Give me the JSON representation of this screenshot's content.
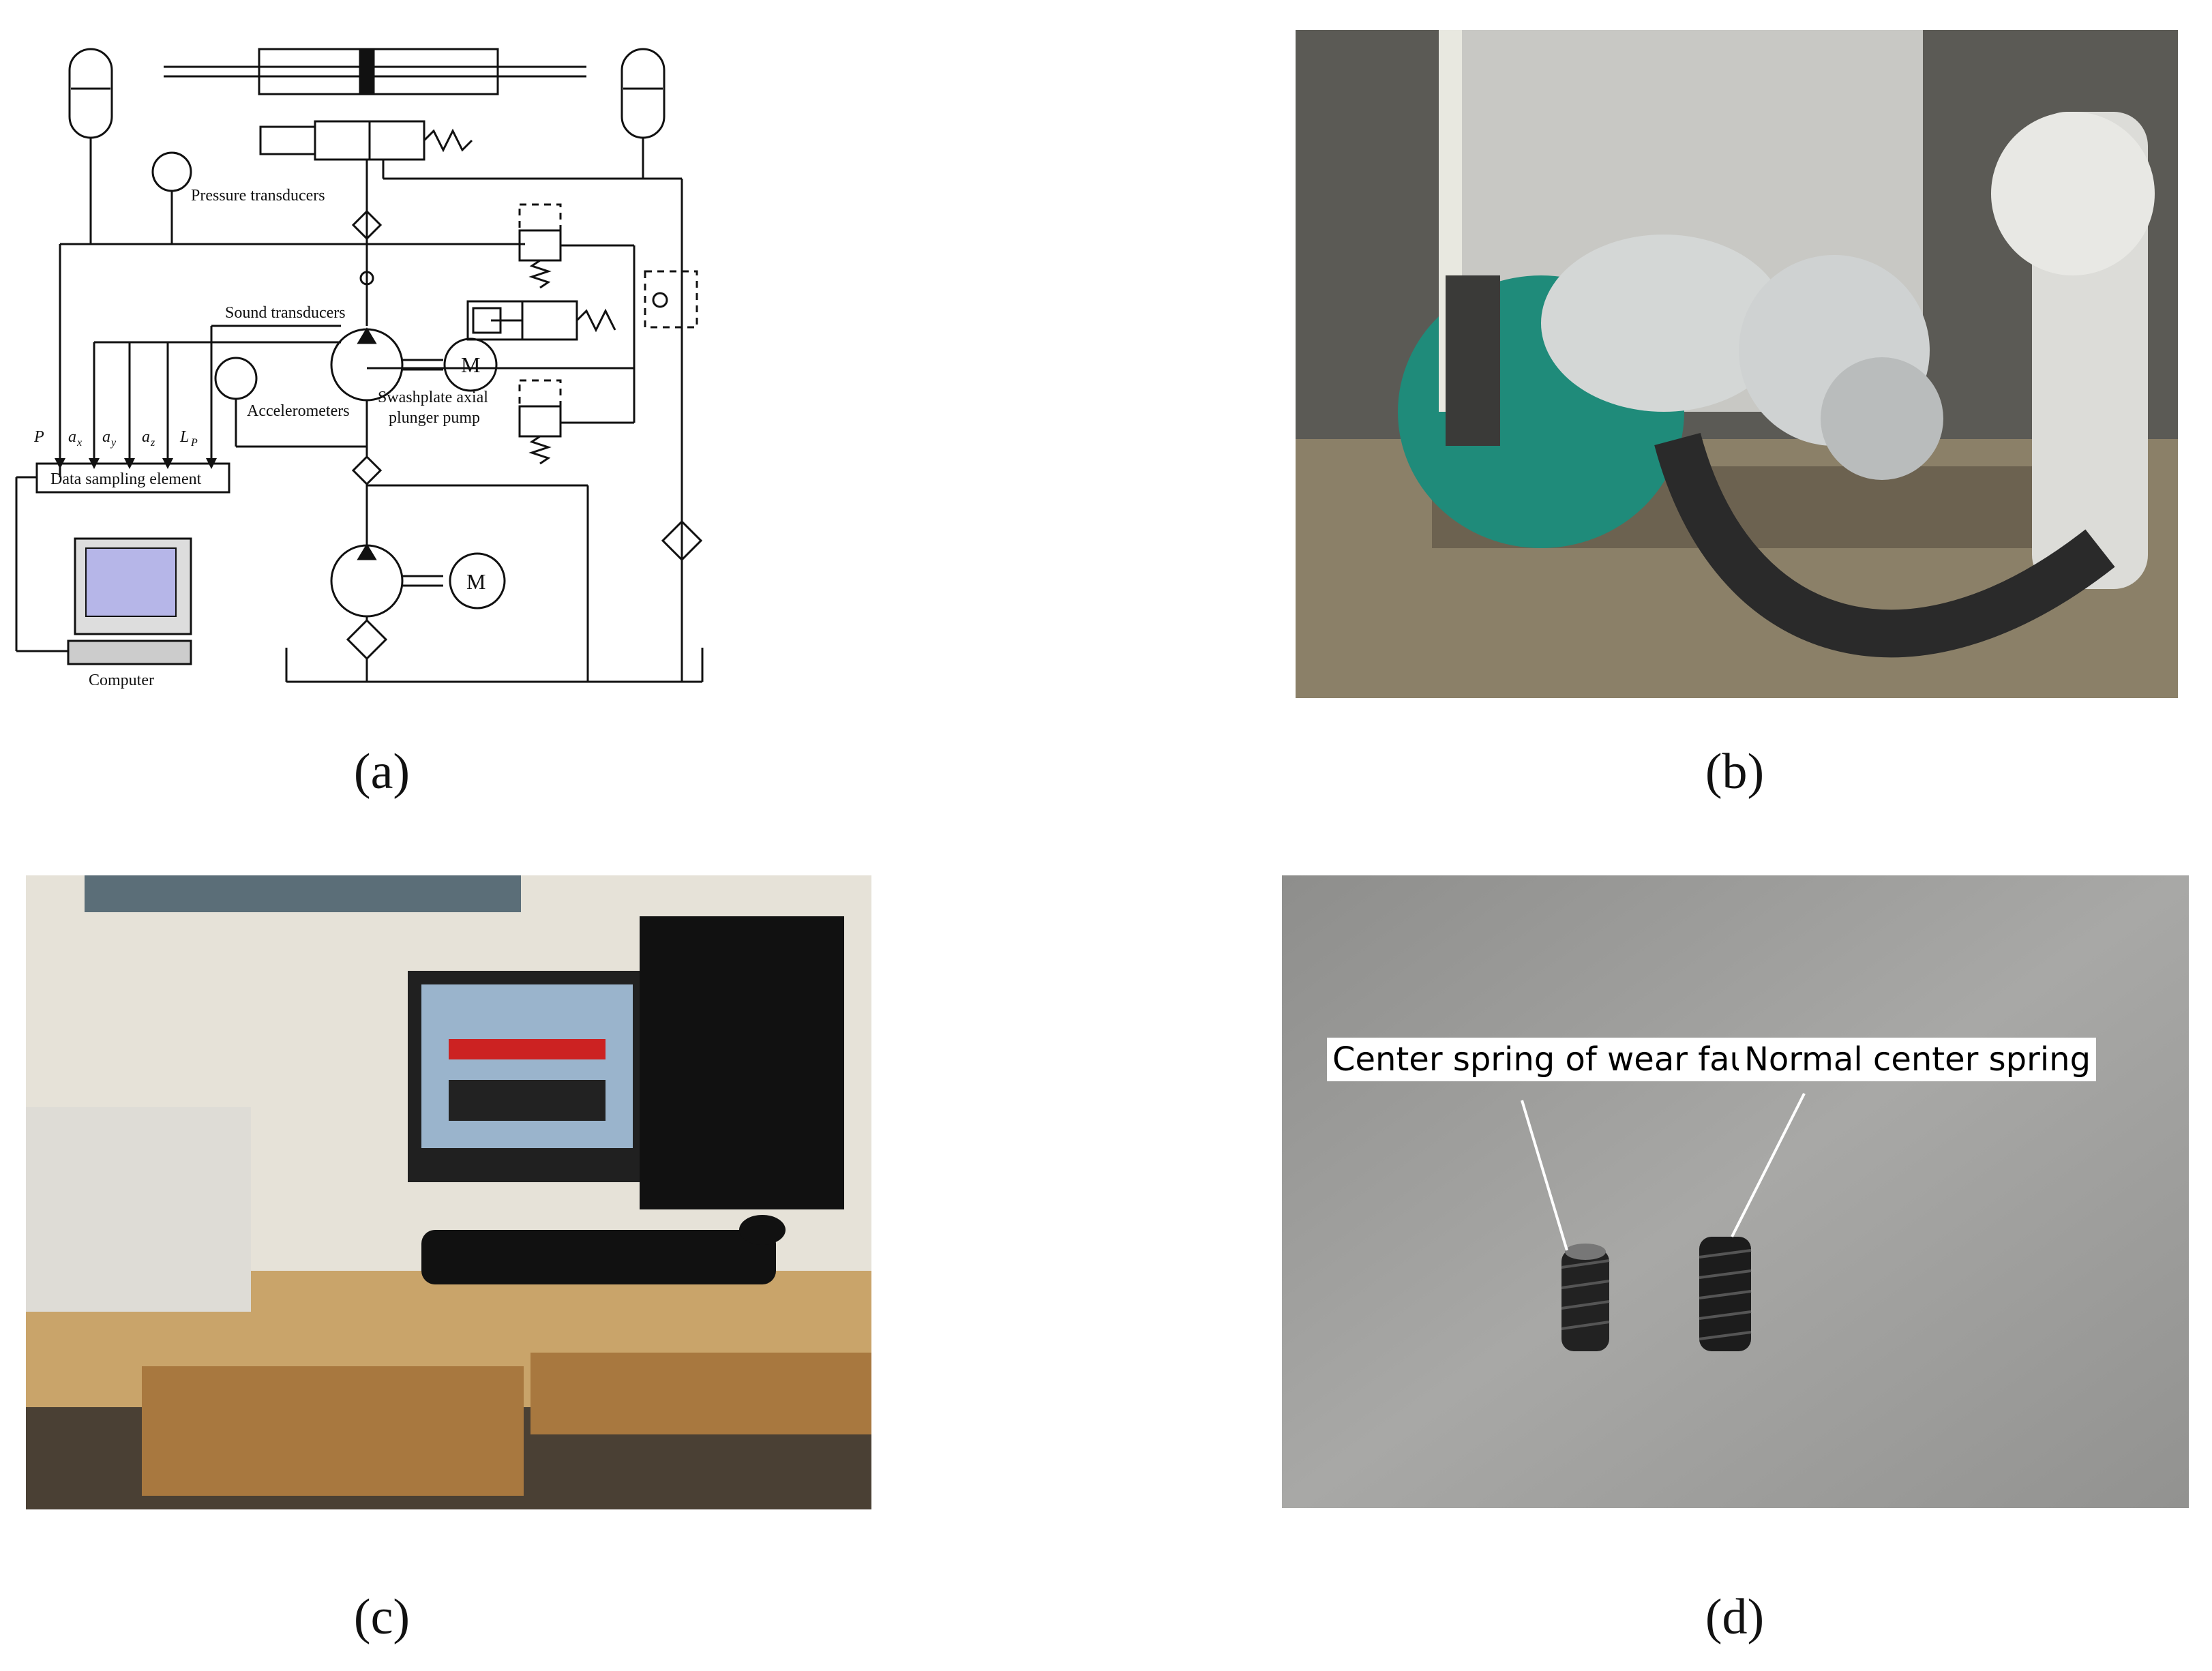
{
  "panel_a": {
    "caption": "(a)",
    "labels": {
      "pressure_transducers": "Pressure transducers",
      "sound_transducers": "Sound transducers",
      "accelerometers": "Accelerometers",
      "pump_line1": "Swashplate axial",
      "pump_line2": "plunger pump",
      "data_sampling": "Data sampling element",
      "computer": "Computer",
      "motor": "M",
      "motor2": "M",
      "sig_p": "P",
      "sig_ax": "a",
      "sig_ax_sub": "x",
      "sig_ay": "a",
      "sig_ay_sub": "y",
      "sig_az": "a",
      "sig_az_sub": "z",
      "sig_lp": "L",
      "sig_lp_sub": "P"
    }
  },
  "panel_b": {
    "caption": "(b)"
  },
  "panel_c": {
    "caption": "(c)"
  },
  "panel_d": {
    "caption": "(d)",
    "label_wear": "Center spring of wear fault",
    "label_normal": "Normal center spring"
  }
}
